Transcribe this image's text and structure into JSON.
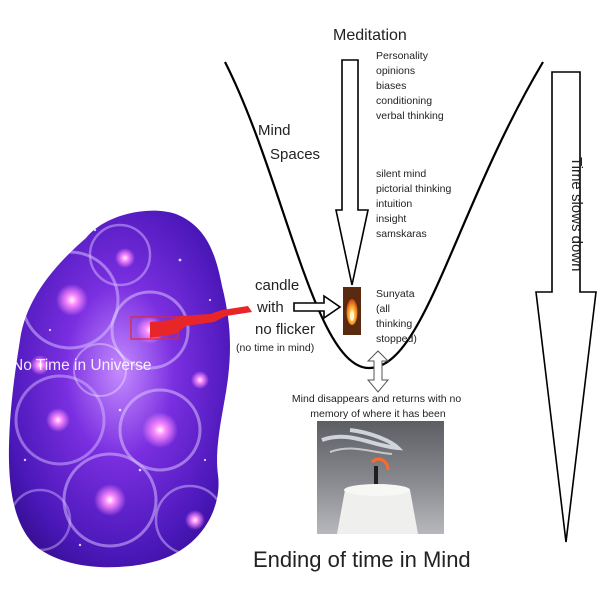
{
  "title": "Meditation",
  "bottom_caption": "Ending of time in Mind",
  "mind_spaces_label": [
    "Mind",
    "Spaces"
  ],
  "time_slows_label": "Time slows down",
  "universe_label": "No Time in Universe",
  "candle_label": [
    "candle",
    "with",
    "no flicker"
  ],
  "candle_sublabel": "(no time in mind)",
  "stage1_lines": [
    "Personality",
    "opinions",
    "biases",
    "conditioning",
    "verbal thinking"
  ],
  "stage2_lines": [
    "silent mind",
    "pictorial thinking",
    "intuition",
    "insight",
    "samskaras"
  ],
  "stage3_lines": [
    "Sunyata",
    "(all",
    "thinking",
    "stopped)"
  ],
  "mind_disappears_lines": [
    "Mind disappears and returns with no",
    "memory of where it has been"
  ],
  "colors": {
    "nebula_purple": "#7a2fe0",
    "nebula_deep": "#3a0f9a",
    "nebula_pink": "#e055ff",
    "pointer_red": "#e8262a",
    "candle_flame": "#ffb63a",
    "candle_holder": "#5a2a10"
  }
}
